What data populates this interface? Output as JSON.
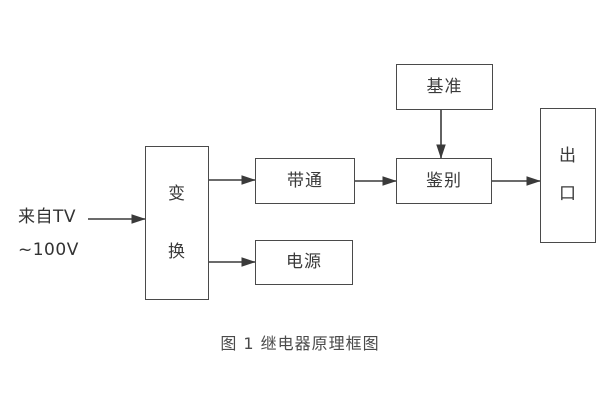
{
  "figure": {
    "caption": "图 1  继电器原理框图",
    "background": "#ffffff",
    "stroke_color": "#4a4a4a",
    "text_color": "#3a3a3a"
  },
  "input": {
    "line1": "来自TV",
    "line2": "~100V"
  },
  "blocks": {
    "convert": {
      "label_line1": "变",
      "label_line2": "换"
    },
    "bandpass": {
      "label": "带通"
    },
    "power": {
      "label": "电源"
    },
    "reference": {
      "label": "基准"
    },
    "discriminate": {
      "label": "鉴别"
    },
    "output": {
      "label_line1": "出",
      "label_line2": "口"
    }
  },
  "connections": [
    {
      "from": "input-source",
      "to": "convert",
      "direction": "right"
    },
    {
      "from": "convert",
      "to": "bandpass",
      "direction": "right"
    },
    {
      "from": "convert",
      "to": "power",
      "direction": "right"
    },
    {
      "from": "bandpass",
      "to": "discriminate",
      "direction": "right"
    },
    {
      "from": "reference",
      "to": "discriminate",
      "direction": "down"
    },
    {
      "from": "discriminate",
      "to": "output",
      "direction": "right"
    }
  ]
}
